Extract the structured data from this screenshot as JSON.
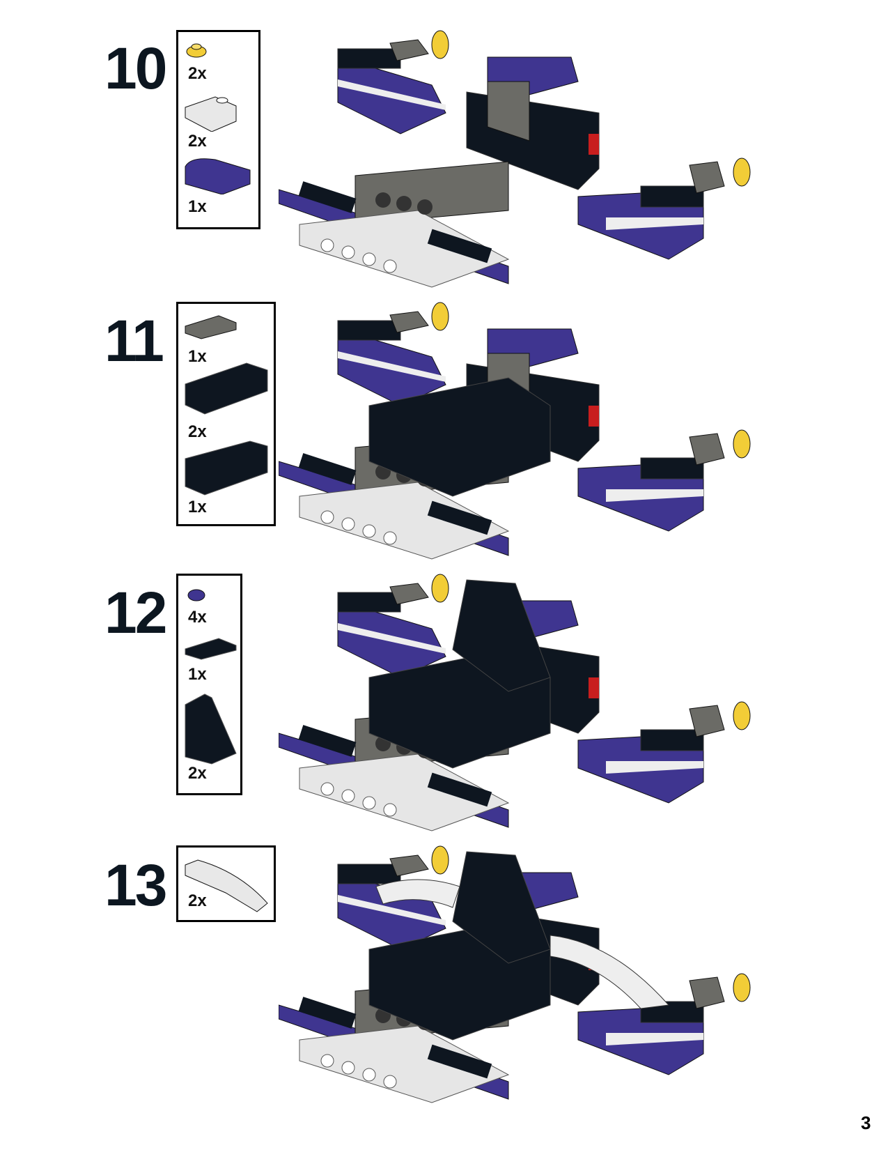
{
  "steps": [
    {
      "number": "10",
      "parts": [
        {
          "icon": "yellow-round-plate-icon",
          "qty": "2x"
        },
        {
          "icon": "white-slope-brick-icon",
          "qty": "2x"
        },
        {
          "icon": "purple-curved-slope-icon",
          "qty": "1x"
        }
      ]
    },
    {
      "number": "11",
      "parts": [
        {
          "icon": "gray-grille-tile-icon",
          "qty": "1x"
        },
        {
          "icon": "black-bracket-plate-icon",
          "qty": "2x"
        },
        {
          "icon": "black-1x4-brick-icon",
          "qty": "1x"
        }
      ]
    },
    {
      "number": "12",
      "parts": [
        {
          "icon": "purple-round-plate-icon",
          "qty": "4x"
        },
        {
          "icon": "black-tile-icon",
          "qty": "1x"
        },
        {
          "icon": "black-slope-icon",
          "qty": "2x"
        }
      ]
    },
    {
      "number": "13",
      "parts": [
        {
          "icon": "white-curved-slope-icon",
          "qty": "2x"
        }
      ]
    }
  ],
  "page_number": "3",
  "colors": {
    "purple": "#3f3590",
    "black": "#0e1620",
    "gray": "#6b6b66",
    "white": "#e8e8e8",
    "yellow": "#f2cd37",
    "red": "#c81e1e"
  }
}
